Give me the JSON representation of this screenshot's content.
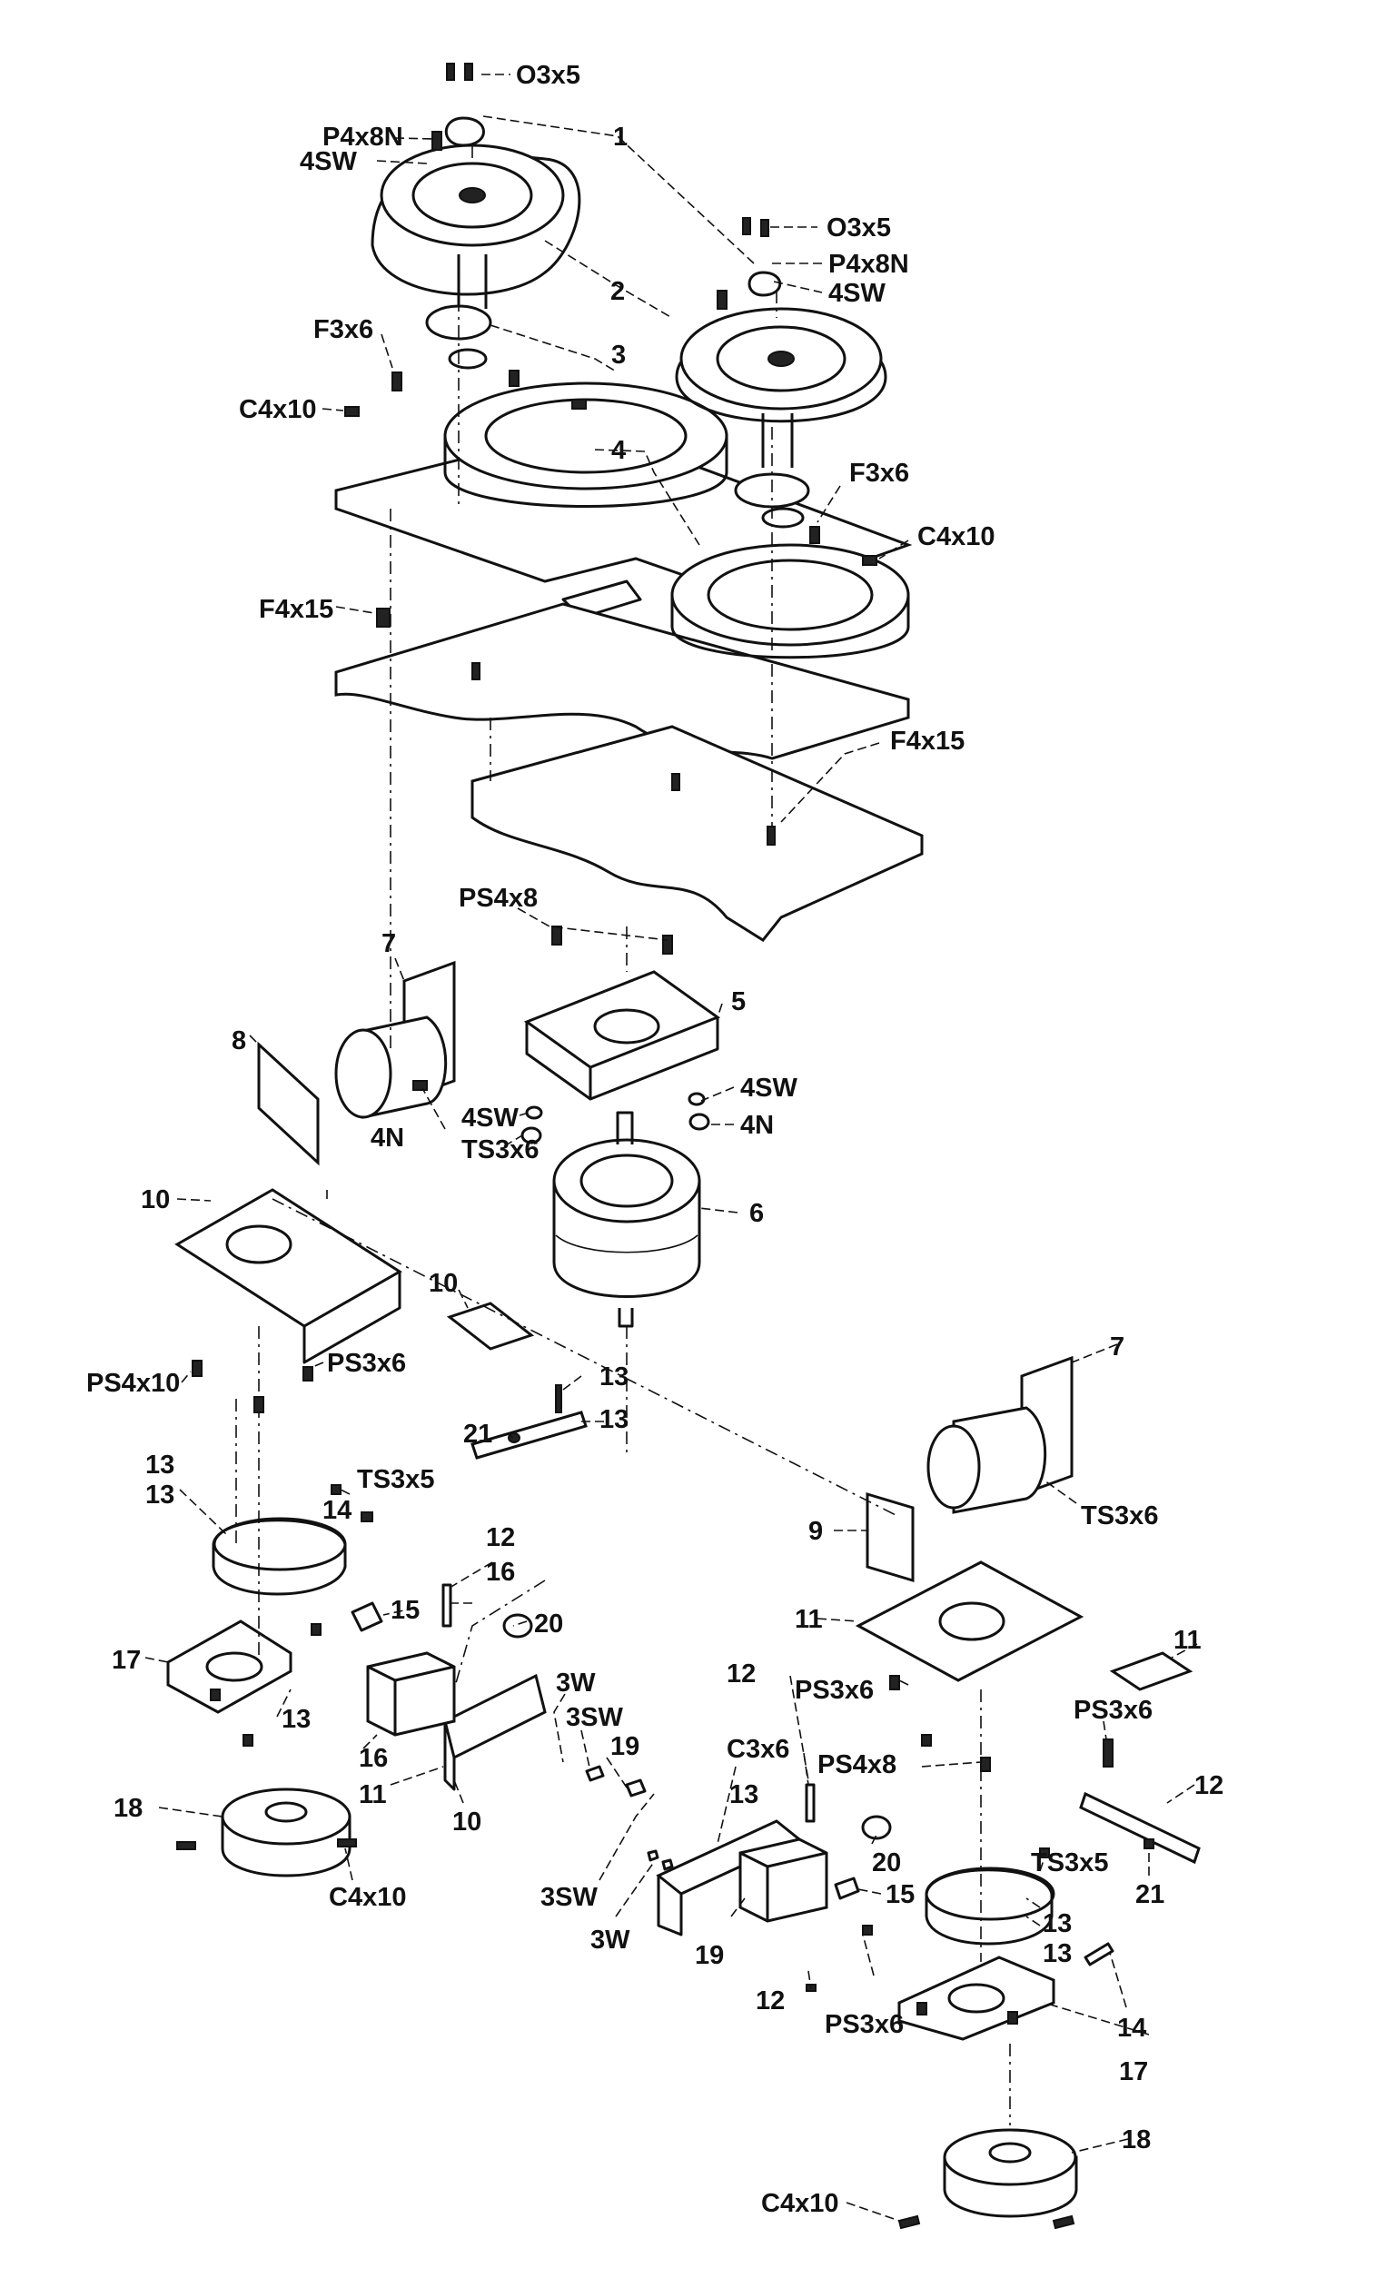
{
  "callouts": [
    {
      "id": "c01",
      "text": "O3x5"
    },
    {
      "id": "c02",
      "text": "P4x8N"
    },
    {
      "id": "c03",
      "text": "4SW"
    },
    {
      "id": "c04",
      "text": "1"
    },
    {
      "id": "c05",
      "text": "O3x5"
    },
    {
      "id": "c06",
      "text": "P4x8N"
    },
    {
      "id": "c07",
      "text": "4SW"
    },
    {
      "id": "c08",
      "text": "2"
    },
    {
      "id": "c09",
      "text": "F3x6"
    },
    {
      "id": "c10",
      "text": "3"
    },
    {
      "id": "c11",
      "text": "C4x10"
    },
    {
      "id": "c12",
      "text": "4"
    },
    {
      "id": "c13",
      "text": "F3x6"
    },
    {
      "id": "c14",
      "text": "C4x10"
    },
    {
      "id": "c15",
      "text": "F4x15"
    },
    {
      "id": "c16",
      "text": "F4x15"
    },
    {
      "id": "c17",
      "text": "PS4x8"
    },
    {
      "id": "c18",
      "text": "7"
    },
    {
      "id": "c19",
      "text": "5"
    },
    {
      "id": "c20",
      "text": "8"
    },
    {
      "id": "c21",
      "text": "4SW"
    },
    {
      "id": "c22",
      "text": "4SW"
    },
    {
      "id": "c23",
      "text": "4N"
    },
    {
      "id": "c24",
      "text": "TS3x6"
    },
    {
      "id": "c25",
      "text": "4N"
    },
    {
      "id": "c26",
      "text": "10"
    },
    {
      "id": "c27",
      "text": "6"
    },
    {
      "id": "c28",
      "text": "10"
    },
    {
      "id": "c29",
      "text": "PS3x6"
    },
    {
      "id": "c30",
      "text": "PS4x10"
    },
    {
      "id": "c31",
      "text": "13"
    },
    {
      "id": "c32",
      "text": "21"
    },
    {
      "id": "c33",
      "text": "13"
    },
    {
      "id": "c34",
      "text": "7"
    },
    {
      "id": "c35",
      "text": "13"
    },
    {
      "id": "c36",
      "text": "13"
    },
    {
      "id": "c37",
      "text": "TS3x5"
    },
    {
      "id": "c38",
      "text": "14"
    },
    {
      "id": "c39",
      "text": "TS3x6"
    },
    {
      "id": "c40",
      "text": "12"
    },
    {
      "id": "c41",
      "text": "9"
    },
    {
      "id": "c42",
      "text": "16"
    },
    {
      "id": "c43",
      "text": "15"
    },
    {
      "id": "c44",
      "text": "20"
    },
    {
      "id": "c45",
      "text": "11"
    },
    {
      "id": "c46",
      "text": "17"
    },
    {
      "id": "c47",
      "text": "11"
    },
    {
      "id": "c48",
      "text": "3W"
    },
    {
      "id": "c49",
      "text": "12"
    },
    {
      "id": "c50",
      "text": "PS3x6"
    },
    {
      "id": "c51",
      "text": "PS3x6"
    },
    {
      "id": "c52",
      "text": "3SW"
    },
    {
      "id": "c53",
      "text": "13"
    },
    {
      "id": "c54",
      "text": "19"
    },
    {
      "id": "c55",
      "text": "C3x6"
    },
    {
      "id": "c56",
      "text": "16"
    },
    {
      "id": "c57",
      "text": "PS4x8"
    },
    {
      "id": "c58",
      "text": "12"
    },
    {
      "id": "c59",
      "text": "11"
    },
    {
      "id": "c60",
      "text": "13"
    },
    {
      "id": "c61",
      "text": "18"
    },
    {
      "id": "c62",
      "text": "10"
    },
    {
      "id": "c63",
      "text": "20"
    },
    {
      "id": "c64",
      "text": "TS3x5"
    },
    {
      "id": "c65",
      "text": "21"
    },
    {
      "id": "c66",
      "text": "C4x10"
    },
    {
      "id": "c67",
      "text": "3SW"
    },
    {
      "id": "c68",
      "text": "15"
    },
    {
      "id": "c69",
      "text": "13"
    },
    {
      "id": "c70",
      "text": "13"
    },
    {
      "id": "c71",
      "text": "3W"
    },
    {
      "id": "c72",
      "text": "19"
    },
    {
      "id": "c73",
      "text": "12"
    },
    {
      "id": "c74",
      "text": "PS3x6"
    },
    {
      "id": "c75",
      "text": "14"
    },
    {
      "id": "c76",
      "text": "17"
    },
    {
      "id": "c77",
      "text": "18"
    },
    {
      "id": "c78",
      "text": "C4x10"
    }
  ]
}
